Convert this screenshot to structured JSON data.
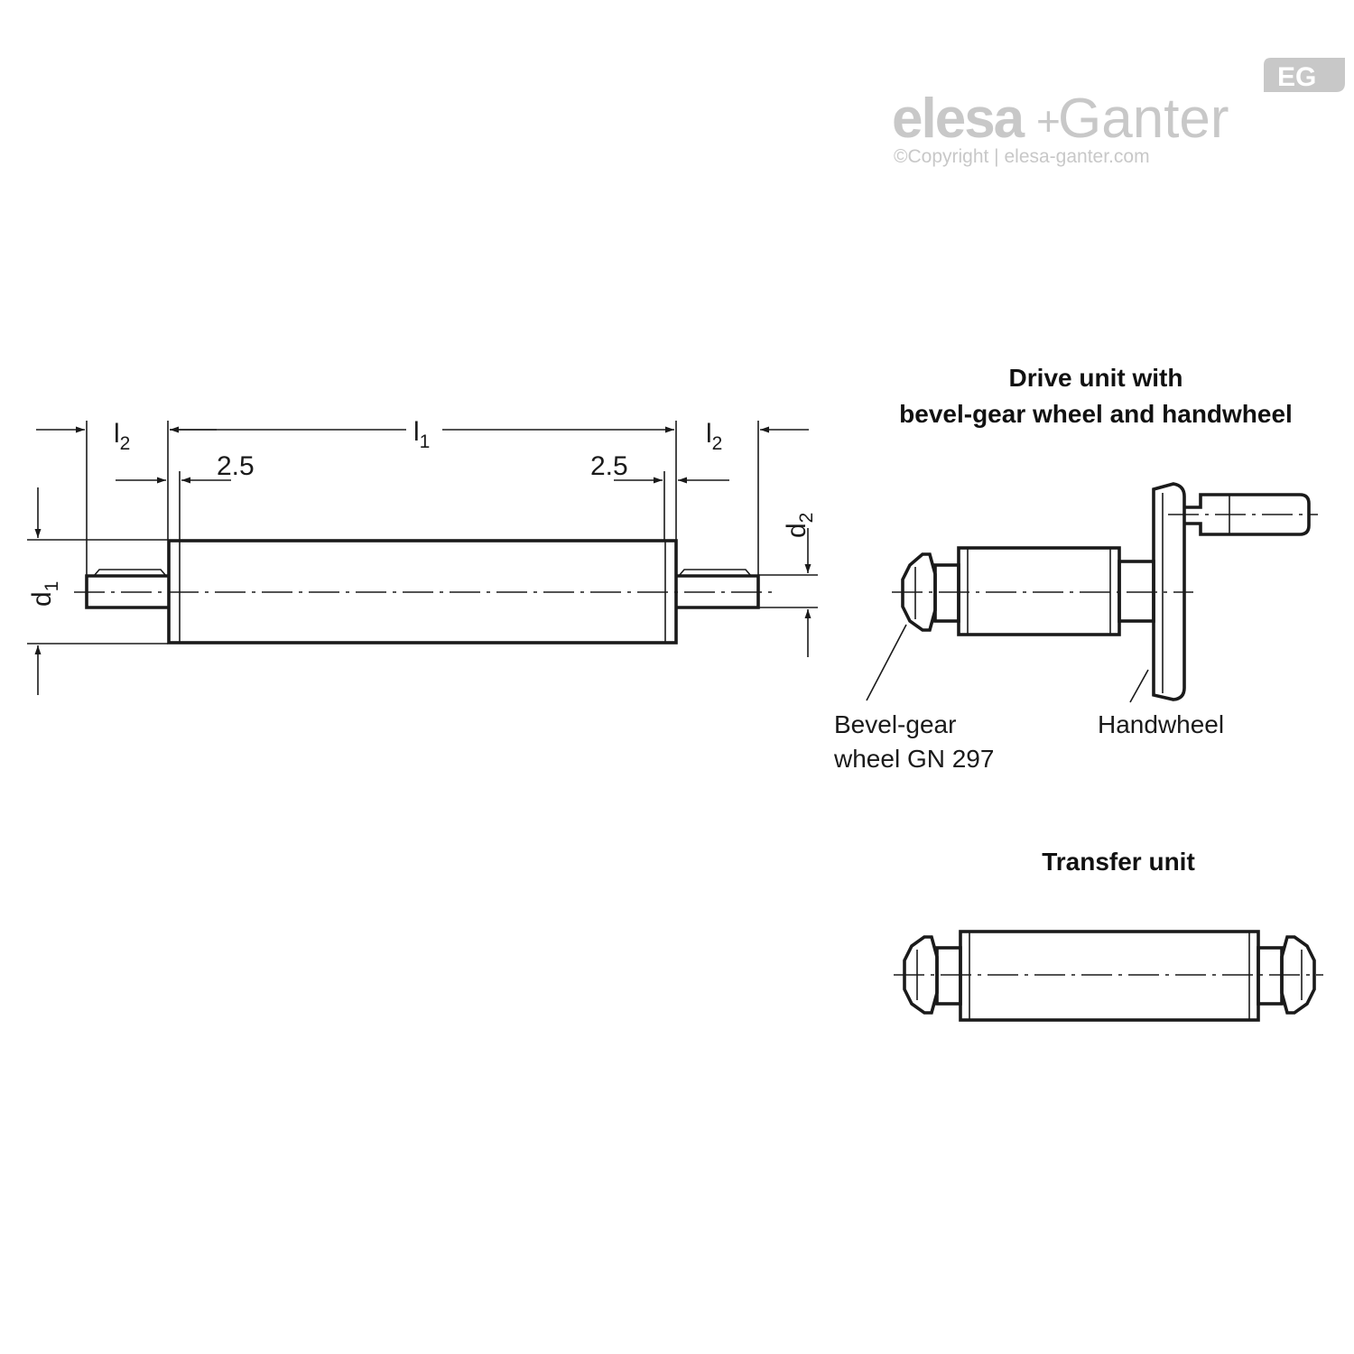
{
  "logo": {
    "brand_left": "elesa",
    "brand_plus": "+",
    "brand_right": "Ganter",
    "copyright": "©Copyright | elesa-ganter.com",
    "badge": "EG"
  },
  "dimensions": {
    "l1": "l",
    "l1_sub": "1",
    "l2_left": "l",
    "l2_left_sub": "2",
    "l2_right": "l",
    "l2_right_sub": "2",
    "offset_left": "2.5",
    "offset_right": "2.5",
    "d1": "d",
    "d1_sub": "1",
    "d2": "d",
    "d2_sub": "2"
  },
  "drive_unit": {
    "title_line1": "Drive unit with",
    "title_line2": "bevel-gear wheel and handwheel",
    "bevel_label_line1": "Bevel-gear",
    "bevel_label_line2": "wheel GN 297",
    "handwheel_label": "Handwheel"
  },
  "transfer_unit": {
    "title": "Transfer unit"
  }
}
